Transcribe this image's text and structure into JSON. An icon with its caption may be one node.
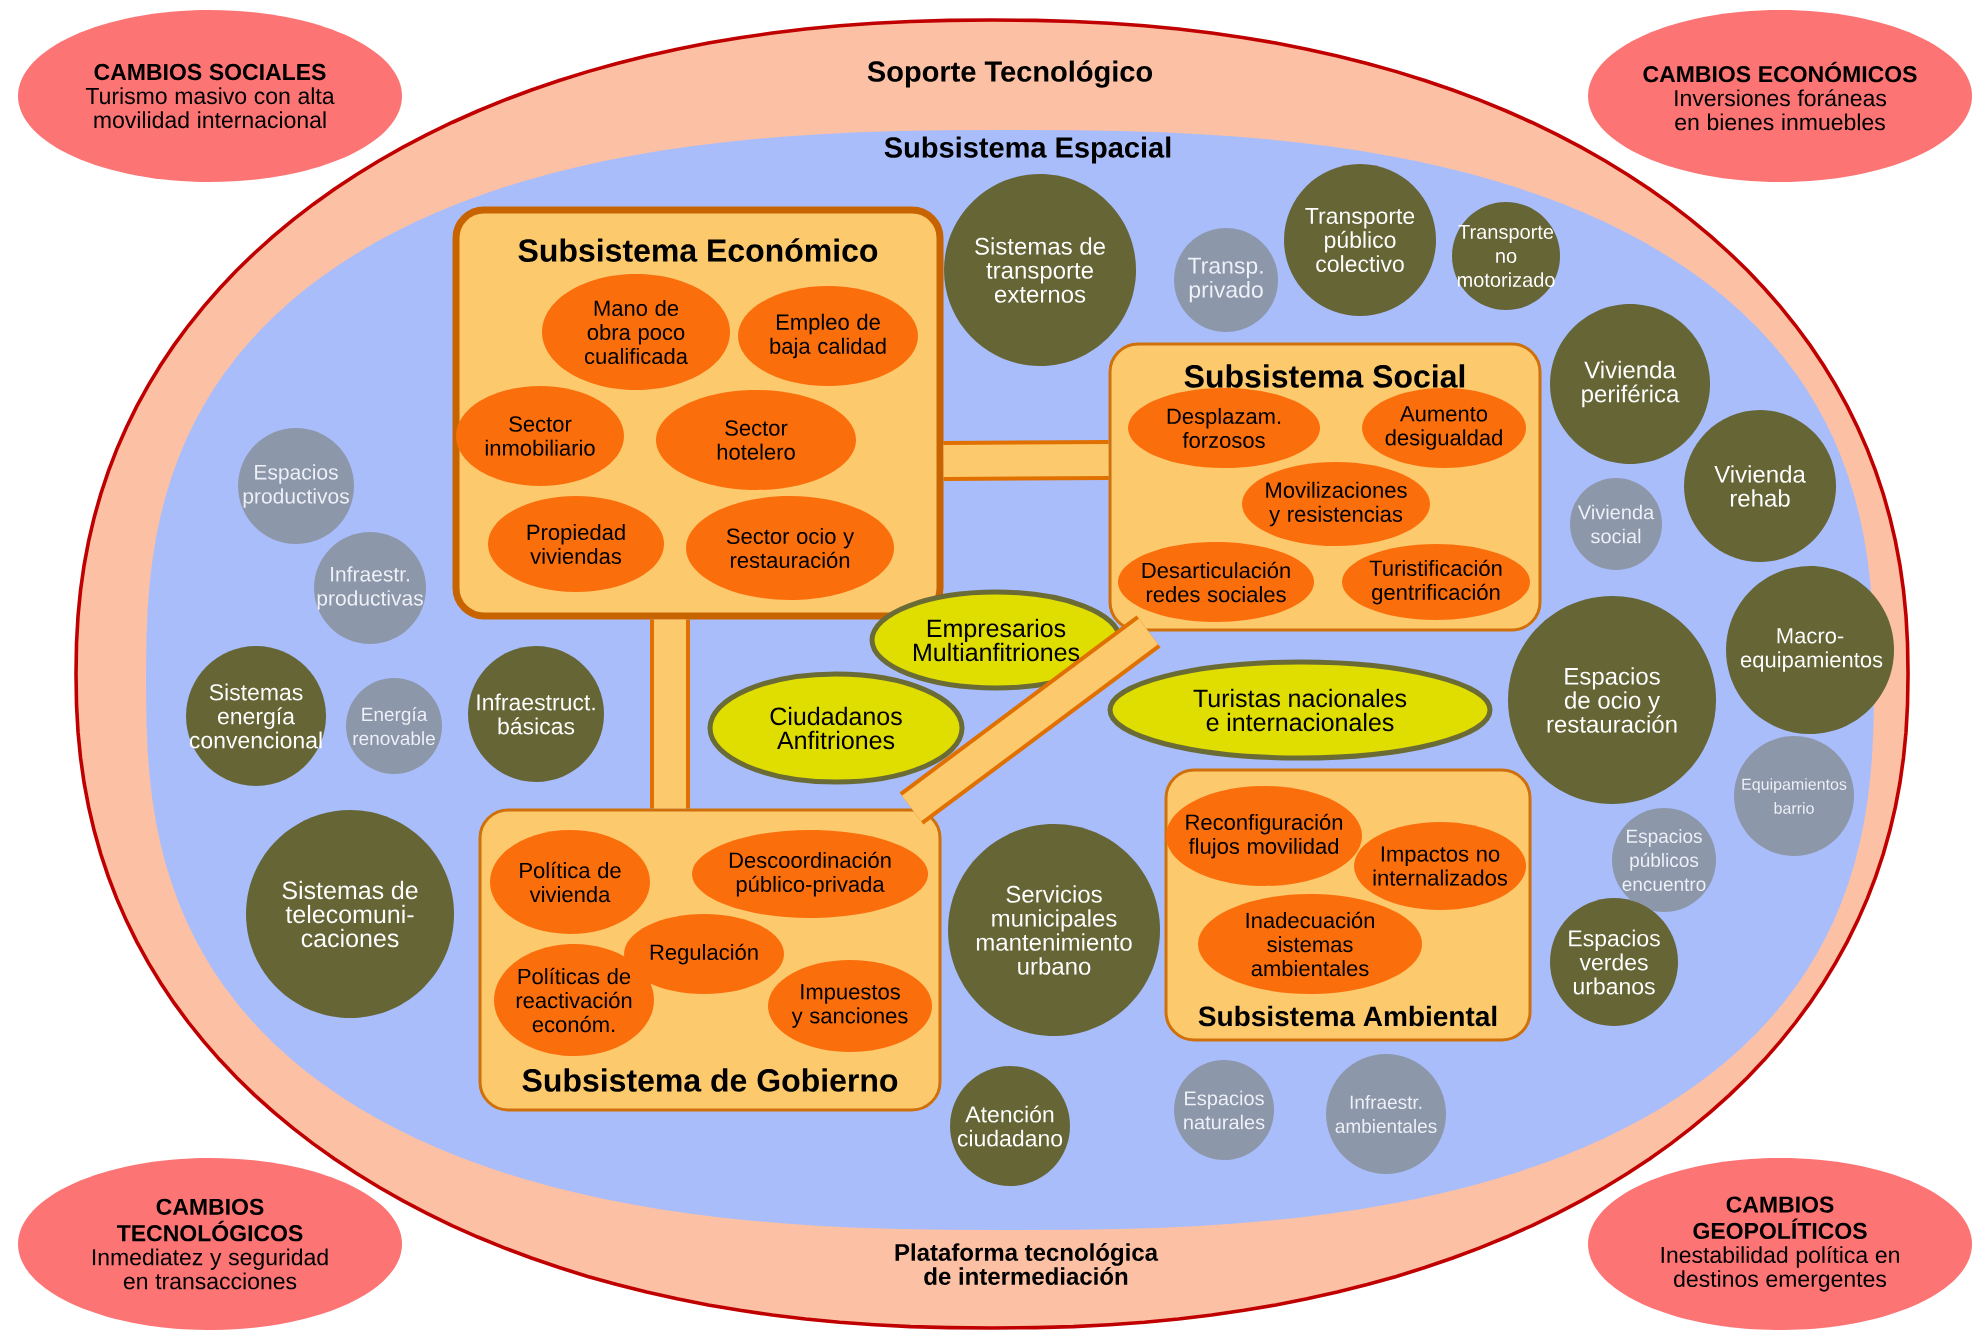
{
  "diagram": {
    "nodes": [
      {
        "text": [
          "Soporte Tecnológico",
          "Plataforma tecnológica de intermediación"
        ]
      },
      {
        "text": [
          "Subsistema Espacial"
        ],
        "in": 0
      },
      {
        "text": [
          "Subsistema Económico"
        ],
        "in": 1
      },
      {
        "text": [
          "Mano de obra poco cualificada"
        ],
        "in": 2
      },
      {
        "text": [
          "Empleo de baja calidad"
        ],
        "in": 2
      },
      {
        "text": [
          "Sector inmobiliario"
        ],
        "in": 2
      },
      {
        "text": [
          "Sector hotelero"
        ],
        "in": 2
      },
      {
        "text": [
          "Propiedad viviendas"
        ],
        "in": 2
      },
      {
        "text": [
          "Sector ocio y restauración"
        ],
        "in": 2
      },
      {
        "text": [
          "Subsistema Social"
        ],
        "in": 1
      },
      {
        "text": [
          "Desplazam. forzosos"
        ],
        "in": 9
      },
      {
        "text": [
          "Aumento desigualdad"
        ],
        "in": 9
      },
      {
        "text": [
          "Movilizaciones y resistencias"
        ],
        "in": 9
      },
      {
        "text": [
          "Desarticulación redes sociales"
        ],
        "in": 9
      },
      {
        "text": [
          "Turistificación gentrificación"
        ],
        "in": 9
      },
      {
        "text": [
          "Subsistema de Gobierno"
        ],
        "in": 1
      },
      {
        "text": [
          "Política de vivienda"
        ],
        "in": 15
      },
      {
        "text": [
          "Descoordinación público-privada"
        ],
        "in": 15
      },
      {
        "text": [
          "Regulación"
        ],
        "in": 15
      },
      {
        "text": [
          "Políticas de reactivación económ."
        ],
        "in": 15
      },
      {
        "text": [
          "Impuestos y sanciones"
        ],
        "in": 15
      },
      {
        "text": [
          "Subsistema Ambiental"
        ],
        "in": 1
      },
      {
        "text": [
          "Reconfiguración flujos movilidad"
        ],
        "in": 21
      },
      {
        "text": [
          "Impactos no internalizados"
        ],
        "in": 21
      },
      {
        "text": [
          "Inadecuación sistemas ambientales"
        ],
        "in": 21
      },
      {
        "text": [
          "Empresarios Multianfitriones"
        ],
        "in": 1
      },
      {
        "text": [
          "Ciudadanos Anfitriones"
        ],
        "in": 1
      },
      {
        "text": [
          "Turistas nacionales e internacionales"
        ],
        "in": 1
      },
      {
        "text": [
          "Sistemas de transporte externos"
        ],
        "in": 1
      },
      {
        "text": [
          "Transp. privado"
        ],
        "in": 1
      },
      {
        "text": [
          "Transporte público colectivo"
        ],
        "in": 1
      },
      {
        "text": [
          "Transporte no motorizado"
        ],
        "in": 1
      },
      {
        "text": [
          "Vivienda periférica"
        ],
        "in": 1
      },
      {
        "text": [
          "Vivienda social"
        ],
        "in": 1
      },
      {
        "text": [
          "Vivienda rehab"
        ],
        "in": 1
      },
      {
        "text": [
          "Macro-equipamientos"
        ],
        "in": 1
      },
      {
        "text": [
          "Espacios de ocio y restauración"
        ],
        "in": 1
      },
      {
        "text": [
          "Equipamientos barrio"
        ],
        "in": 1
      },
      {
        "text": [
          "Espacios públicos encuentro"
        ],
        "in": 1
      },
      {
        "text": [
          "Espacios verdes urbanos"
        ],
        "in": 1
      },
      {
        "text": [
          "Espacios productivos"
        ],
        "in": 1
      },
      {
        "text": [
          "Infraestr. productivas"
        ],
        "in": 1
      },
      {
        "text": [
          "Sistemas energía convencional"
        ],
        "in": 1
      },
      {
        "text": [
          "Energía renovable"
        ],
        "in": 1
      },
      {
        "text": [
          "Infraestruct. básicas"
        ],
        "in": 1
      },
      {
        "text": [
          "Sistemas de telecomuni-caciones"
        ],
        "in": 1
      },
      {
        "text": [
          "Servicios municipales mantenimiento urbano"
        ],
        "in": 1
      },
      {
        "text": [
          "Atención ciudadano"
        ],
        "in": 1
      },
      {
        "text": [
          "Espacios naturales"
        ],
        "in": 1
      },
      {
        "text": [
          "Infraestr. ambientales"
        ],
        "in": 1
      },
      {
        "text": [
          "CAMBIOS SOCIALES",
          "Turismo masivo con alta movilidad internacional"
        ]
      },
      {
        "text": [
          "CAMBIOS ECONÓMICOS",
          "Inversiones foráneas en bienes inmuebles"
        ]
      },
      {
        "text": [
          "CAMBIOS TECNOLÓGICOS",
          "Inmediatez y seguridad en transacciones"
        ]
      },
      {
        "text": [
          "CAMBIOS GEOPOLÍTICOS",
          "Inestabilidad política en destinos emergentes"
        ]
      }
    ],
    "edges": [
      {
        "from": 2,
        "to": 9,
        "arrow": "none"
      },
      {
        "from": 2,
        "to": 15,
        "arrow": "none"
      },
      {
        "from": 15,
        "to": 9,
        "arrow": "none"
      }
    ]
  }
}
